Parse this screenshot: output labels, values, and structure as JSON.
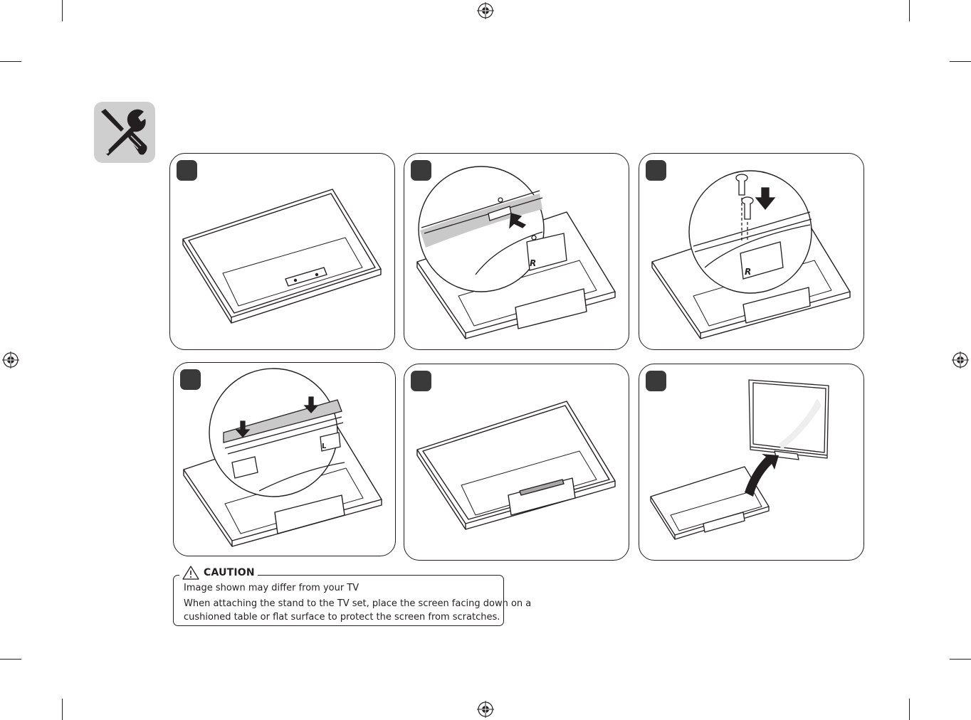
{
  "page": {
    "tool_icon": "screwdriver-wrench-icon",
    "registration_mark_icon": "registration-crosshair-icon"
  },
  "steps": [
    {
      "name": "step-1",
      "illustration": "tv-face-down-on-table"
    },
    {
      "name": "step-2",
      "illustration": "insert-stand-body-into-slot"
    },
    {
      "name": "step-3",
      "illustration": "fasten-screws"
    },
    {
      "name": "step-4",
      "illustration": "attach-stand-cover"
    },
    {
      "name": "step-5",
      "illustration": "stand-attached"
    },
    {
      "name": "step-6",
      "illustration": "lift-tv-upright"
    }
  ],
  "callouts": {
    "step2_label": "R",
    "step3_label": "R",
    "step4_label": "L"
  },
  "caution": {
    "icon": "warning-triangle-icon",
    "title": "CAUTION",
    "lines": [
      "Image shown may differ from your TV",
      "When attaching the stand to the TV set, place the screen facing down on a",
      "cushioned table or flat surface to protect the screen from scratches."
    ]
  },
  "colors": {
    "ink": "#231f20",
    "icon_bg": "#cfcfcf",
    "badge": "#3a3a3a"
  }
}
